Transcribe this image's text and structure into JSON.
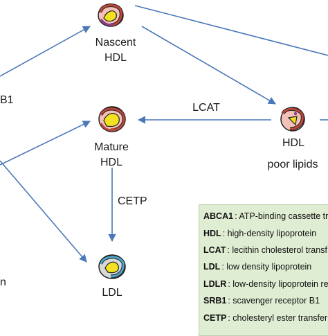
{
  "diagram": {
    "nodes": {
      "nascent_hdl": {
        "line1": "Nascent",
        "line2": "HDL"
      },
      "mature_hdl": {
        "line1": "Mature",
        "line2": "HDL"
      },
      "hdl_poor": {
        "line1": "HDL",
        "line2": "poor lipids"
      },
      "ldl": {
        "line1": "LDL"
      }
    },
    "edges": {
      "lcat": "LCAT",
      "cetp": "CETP"
    },
    "fragments": {
      "left_b1": "B1",
      "left_n": "n"
    }
  },
  "legend": [
    {
      "abbr": "ABCA1",
      "def": ": ATP-binding cassette tra"
    },
    {
      "abbr": "HDL",
      "def": ": high-density lipoprotein"
    },
    {
      "abbr": "LCAT",
      "def": ": lecithin cholesterol transf"
    },
    {
      "abbr": "LDL",
      "def": ": low density lipoprotein"
    },
    {
      "abbr": "LDLR",
      "def": ": low-density lipoprotein re"
    },
    {
      "abbr": "SRB1",
      "def": ": scavenger receptor B1"
    },
    {
      "abbr": "CETP",
      "def": ": cholesteryl ester transfer"
    }
  ],
  "colors": {
    "arrow": "#4a78b8",
    "legend_bg": "#dfedd3",
    "particle_red": "#c0463a",
    "particle_yellow": "#f3e21f",
    "ldl_blue": "#4aa6c8"
  }
}
